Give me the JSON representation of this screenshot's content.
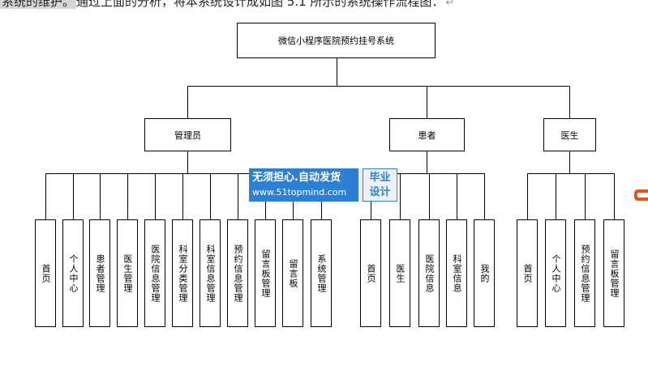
{
  "top_text": {
    "prefix": "系统的维护。",
    "body": "通过上面的分析，将本系统设计成如图 5.1 所示的系统操作流程图：",
    "mark": "↵"
  },
  "diagram": {
    "root": "微信小程序医院预约挂号系统",
    "roles": [
      {
        "label": "管理员",
        "items": [
          "首页",
          "个人中心",
          "患者管理",
          "医生管理",
          "医院信息管理",
          "科室分类管理",
          "科室信息管理",
          "预约信息管理",
          "留言板管理",
          "留言板",
          "系统管理"
        ]
      },
      {
        "label": "患者",
        "items": [
          "首页",
          "医生",
          "医院信息",
          "科室信息",
          "我的"
        ]
      },
      {
        "label": "医生",
        "items": [
          "首页",
          "个人中心",
          "预约信息管理",
          "留言板管理"
        ]
      }
    ]
  },
  "watermark": {
    "line1": "无须担心.自动发货",
    "line2": "www.51topmind.com",
    "badge1": "毕业",
    "badge2": "设计"
  },
  "colors": {
    "watermark_blue": "#2d7fd3",
    "edge_mark": "#e8501c"
  }
}
